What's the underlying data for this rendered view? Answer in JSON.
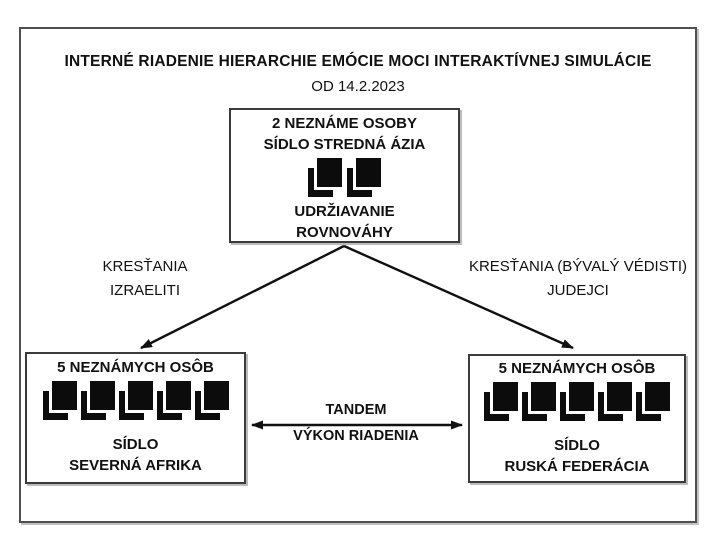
{
  "header": {
    "title": "INTERNÉ RIADENIE HIERARCHIE EMÓCIE MOCI INTERAKTÍVNEJ SIMULÁCIE",
    "date": "OD 14.2.2023"
  },
  "nodes": {
    "top": {
      "heading_line1": "2 NEZNÁME OSOBY",
      "heading_line2": "SÍDLO STREDNÁ ÁZIA",
      "icon_count": 2,
      "icon": "stacked-documents-icon",
      "role_line1": "UDRŽIAVANIE",
      "role_line2": "ROVNOVÁHY"
    },
    "left": {
      "heading": "5 NEZNÁMYCH OSÔB",
      "icon_count": 5,
      "icon": "stacked-documents-icon",
      "seat_line1": "SÍDLO",
      "seat_line2": "SEVERNÁ AFRIKA"
    },
    "right": {
      "heading": "5 NEZNÁMYCH OSÔB",
      "icon_count": 5,
      "icon": "stacked-documents-icon",
      "seat_line1": "SÍDLO",
      "seat_line2": "RUSKÁ FEDERÁCIA"
    }
  },
  "edge_labels": {
    "left_branch": {
      "line1": "KRESŤANIA",
      "line2": "IZRAELITI"
    },
    "right_branch": {
      "line1": "KRESŤANIA (BÝVALÝ VÉDISTI)",
      "line2": "JUDEJCI"
    },
    "tandem": {
      "line1": "TANDEM",
      "line2": "VÝKON RIADENIA"
    }
  },
  "colors": {
    "background": "#ffffff",
    "text": "#111111",
    "node_border": "#3b3b3b",
    "outer_border": "#4f4f4f",
    "arrow": "#101010",
    "icon_fill": "#0c0c0c"
  }
}
